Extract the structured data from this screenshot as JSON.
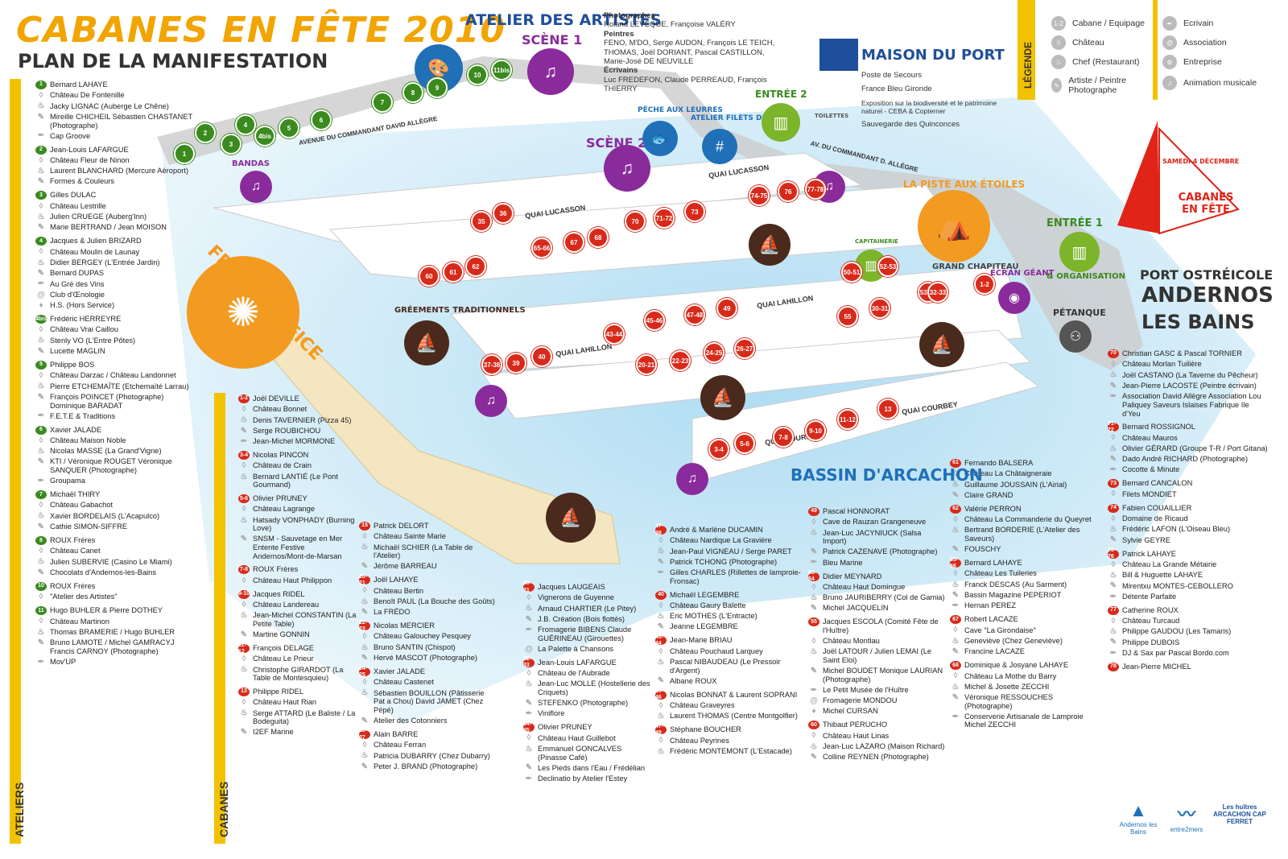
{
  "header": {
    "title": "CABANES EN FÊTE 2010",
    "subtitle": "PLAN DE LA MANIFESTATION"
  },
  "colors": {
    "orange": "#f39a20",
    "water": "#bfe3f5",
    "green": "#3a8a1e",
    "red": "#d82a1a",
    "purple": "#8a2b9b",
    "brown": "#4a2a1c",
    "yellow": "#f2c200",
    "blue": "#2070b8"
  },
  "side_labels": {
    "ateliers": "ATELIERS",
    "cabanes": "CABANES"
  },
  "map_labels": {
    "atelier_artistes": "ATELIER DES ARTISTES",
    "scene1": "SCÈNE 1",
    "scene2": "SCÈNE 2",
    "bandas": "BANDAS",
    "feu": "FEU D'ARTIFICE",
    "maison": "MAISON DU PORT",
    "entree2": "ENTRÉE 2",
    "entree1": "ENTRÉE 1",
    "organisation": "& ORGANISATION",
    "piste": "LA PISTE AUX ÉTOILES",
    "grand_chapiteau": "GRAND CHAPITEAU",
    "capitainerie": "CAPITAINERIE",
    "gréements": "GRÉEMENTS TRADITIONNELS",
    "ecran": "ÉCRAN GÉANT",
    "petanque": "PÉTANQUE",
    "bassin": "BASSIN D'ARCACHON",
    "peche_leurres": "PÊCHE AUX LEURRES",
    "atelier_filets": "ATELIER FILETS DE PÊCHE",
    "toilettes": "TOILETTES",
    "avenue": "AVENUE DU COMMANDANT DAVID ALLÈGRE",
    "av2": "AV. DU COMMANDANT D. ALLÈGRE",
    "quai_lucasson": "QUAI LUCASSON",
    "quai_lahillon": "QUAI LAHILLON",
    "quai_courbey": "QUAI COURBEY",
    "port": "PORT OSTRÉICOLE",
    "andernos": "ANDERNOS",
    "les_bains": "LES BAINS",
    "samedi": "SAMEDI 4 DÉCEMBRE",
    "badge": "CABANES EN FÊTE"
  },
  "atelier_info": {
    "photographes_label": "Photographes",
    "photographes": "Roland LEVÊQUE, Françoise VALÉRY",
    "peintres_label": "Peintres",
    "peintres": "FENO, M'DO, Serge AUDON, François LE TEICH, THOMAS, Joël DORIANT, Pascal CASTILLON, Marie-José DE NEUVILLE",
    "ecrivains_label": "Écrivains",
    "ecrivains": "Luc FREDEFON, Claude PERREAUD, François THIERRY"
  },
  "maison_info": [
    "Poste de Secours",
    "France Bleu Gironde",
    "Exposition sur la biodiversité et le patrimoine naturel - CEBA & Copterner",
    "Sauvegarde des Quinconces"
  ],
  "legend": {
    "title": "LÉGENDE",
    "items": [
      "Cabane / Equipage",
      "Château",
      "Chef (Restaurant)",
      "Artiste / Peintre Photographe",
      "Ecrivain",
      "Association",
      "Entreprise",
      "Animation musicale"
    ]
  },
  "ateliers": [
    {
      "n": "1",
      "items": [
        "Bernard LAHAYE",
        "Château De Fontenille",
        "Jacky LIGNAC (Auberge Le Chêne)",
        "Mireille CHICHEIL Sébastien CHASTANET (Photographe)",
        "Cap Groove"
      ]
    },
    {
      "n": "2",
      "items": [
        "Jean-Louis LAFARGUE",
        "Château Fleur de Ninon",
        "Laurent BLANCHARD (Mercure Aéroport)",
        "Formes & Couleurs"
      ]
    },
    {
      "n": "3",
      "items": [
        "Gilles DULAC",
        "Château Lestrille",
        "Julien CRUEGE (Auberg'Inn)",
        "Marie BERTRAND / Jean MOISON"
      ]
    },
    {
      "n": "4",
      "items": [
        "Jacques & Julien BRIZARD",
        "Château Moulin de Launay",
        "Didier BERGEY (L'Entrée Jardin)",
        "Bernard DUPAS",
        "Au Gré des Vins",
        "Club d'Œnologie",
        "H.S. (Hors Service)"
      ]
    },
    {
      "n": "4bis",
      "items": [
        "Frédéric HERREYRE",
        "Château Vrai Caillou",
        "Stenly VO (L'Entre Pôtes)",
        "Lucette MAGLIN"
      ]
    },
    {
      "n": "5",
      "items": [
        "Philippe BOS",
        "Château Darzac / Château Landonnet",
        "Pierre ETCHEMAÏTE (Etchemaïté Larrau)",
        "François POINCET (Photographe) Dominique BARADAT",
        "F.E.T.E & Traditions"
      ]
    },
    {
      "n": "6",
      "items": [
        "Xavier JALADE",
        "Château Maison Noble",
        "Nicolas MASSE (La Grand'Vigne)",
        "KTI / Véronique ROUGET Véronique SANQUER (Photographe)",
        "Groupama"
      ]
    },
    {
      "n": "7",
      "items": [
        "Michaël THIRY",
        "Château Gabachot",
        "Xavier BORDELAIS (L'Acapulco)",
        "Cathie SIMON-SIFFRE"
      ]
    },
    {
      "n": "8",
      "items": [
        "ROUX Frères",
        "Château Canet",
        "Julien SUBERVIE (Casino Le Miami)",
        "Chocolats d'Andernos-les-Bains"
      ]
    },
    {
      "n": "10",
      "items": [
        "ROUX Frères",
        "\"Atelier des Artistes\""
      ]
    },
    {
      "n": "11",
      "items": [
        "Hugo BUHLER & Pierre DOTHEY",
        "Château Martinon",
        "Thomas BRAMERIE / Hugo BUHLER",
        "Bruno LAMOTE / Michel GAMRACYJ Francis CARNOY (Photographe)",
        "Mov'UP"
      ]
    }
  ],
  "cab1": [
    {
      "n": "1-2",
      "items": [
        "Joël DEVILLE",
        "Château Bonnet",
        "Denis TAVERNIER (Pizza 45)",
        "Serge ROUBICHOU",
        "Jean-Michel MORMONE"
      ]
    },
    {
      "n": "3-4",
      "items": [
        "Nicolas PINCON",
        "Château de Crain",
        "Bernard LANTIÉ (Le Pont Gourmand)"
      ]
    },
    {
      "n": "5-6",
      "items": [
        "Olivier PRUNEY",
        "Château Lagrange",
        "Hatsady VONPHADY (Burning Love)",
        "SNSM - Sauvetage en Mer Entente Festive Andernos/Mont-de-Marsan"
      ]
    },
    {
      "n": "7-8",
      "items": [
        "ROUX Frères",
        "Château Haut Philippon"
      ]
    },
    {
      "n": "9-10",
      "items": [
        "Jacques RIDEL",
        "Château Landereau",
        "Jean-Michel CONSTANTIN (La Petite Table)",
        "Martine GONNIN"
      ]
    },
    {
      "n": "11-12",
      "items": [
        "François DELAGE",
        "Château Le Prieur",
        "Christophe GIRARDOT (La Table de Montesquieu)"
      ]
    },
    {
      "n": "13",
      "items": [
        "Philippe RIDEL",
        "Château Haut Rian",
        "Serge ATTARD (Le Baliste / La Bodeguita)",
        "I2EF Marine"
      ]
    }
  ],
  "cab2": [
    {
      "n": "15",
      "items": [
        "Patrick DELORT",
        "Château Sainte Marie",
        "Michaël SCHIER (La Table de l'Atelier)",
        "Jérôme BARREAU"
      ]
    },
    {
      "n": "20-21",
      "items": [
        "Joël LAHAYE",
        "Château Bertin",
        "Benoît PAUL (La Bouche des Goûts)",
        "La FRÉDO"
      ]
    },
    {
      "n": "22-23",
      "items": [
        "Nicolas MERCIER",
        "Château Galouchey Pesquey",
        "Bruno SANTIN (Chispot)",
        "Hervé MASCOT (Photographe)"
      ]
    },
    {
      "n": "24-25",
      "items": [
        "Xavier JALADE",
        "Château Castenet",
        "Sébastien BOUILLON (Pâtisserie Pat a Chou) David JAMET (Chez Pépé)",
        "Atelier des Cotonniers"
      ]
    },
    {
      "n": "26-27",
      "items": [
        "Alain BARRE",
        "Château Ferran",
        "Patricia DUBARRY (Chez Dubarry)",
        "Peter J. BRAND (Photographe)"
      ]
    }
  ],
  "cab3": [
    {
      "n": "30-31",
      "items": [
        "Jacques LAUGEAIS",
        "Vignerons de Guyenne",
        "Arnaud CHARTIER (Le Pitey)",
        "J.B. Création (Bois flottés)",
        "Fromagerie BIBENS Claude GUÉRINEAU (Girouettes)",
        "La Palette à Chansons"
      ]
    },
    {
      "n": "32-33",
      "items": [
        "Jean-Louis LAFARGUE",
        "Château de l'Aubrade",
        "Jean-Luc MOLLE (Hostellerie des Criquets)",
        "STEFENKO (Photographe)",
        "Viniflore"
      ]
    },
    {
      "n": "34-35",
      "items": [
        "Olivier PRUNEY",
        "Château Haut Guillebot",
        "Emmanuel GONCALVES (Pinasse Café)",
        "Les Pieds dans l'Eau / Frédélian",
        "Declinatio by Atelier l'Estey"
      ]
    }
  ],
  "cab4": [
    {
      "n": "37-38",
      "items": [
        "André & Marlène DUCAMIN",
        "Château Nardique La Gravière",
        "Jean-Paul VIGNEAU / Serge PARET",
        "Patrick TCHONG (Photographe)",
        "Gilles CHARLES (Rillettes de lamproie-Fronsac)"
      ]
    },
    {
      "n": "40",
      "items": [
        "Michaël LEGEMBRE",
        "Château Gaury Balette",
        "Eric MOTHES (L'Entracte)",
        "Jeanne LEGEMBRE"
      ]
    },
    {
      "n": "43-44",
      "items": [
        "Jean-Marie BRIAU",
        "Château Pouchaud Larquey",
        "Pascal NIBAUDEAU (Le Pressoir d'Argent)",
        "Albane ROUX"
      ]
    },
    {
      "n": "45-46",
      "items": [
        "Nicolas BONNAT & Laurent SOPRANI",
        "Château Graveyres",
        "Laurent THOMAS (Centre Montgolfier)"
      ]
    },
    {
      "n": "47-48",
      "items": [
        "Stéphane BOUCHER",
        "Château Peyrines",
        "Frédéric MONTEMONT (L'Estacade)"
      ]
    }
  ],
  "cab5": [
    {
      "n": "49",
      "items": [
        "Pascal HONNORAT",
        "Cave de Rauzan Grangeneuve",
        "Jean-Luc JACYNIUCK (Salsa Import)",
        "Patrick CAZENAVE (Photographe)",
        "Bleu Marine"
      ]
    },
    {
      "n": "53-54",
      "items": [
        "Didier MEYNARD",
        "Château Haut Domingue",
        "Bruno JAURIBERRY (Col de Gamia)",
        "Michel JACQUELIN"
      ]
    },
    {
      "n": "55",
      "items": [
        "Jacques ESCOLA (Comité Fête de l'Huître)",
        "Château Montlau",
        "Joël LATOUR / Julien LEMAI (Le Saint Eloi)",
        "Michel BOUDET Monique LAURIAN (Photographe)",
        "Le Petit Musée de l'Huître",
        "Fromagerie MONDOU",
        "Michel CURSAN"
      ]
    },
    {
      "n": "60",
      "items": [
        "Thibaut PERUCHO",
        "Château Haut Linas",
        "Jean-Luc LAZARO (Maison Richard)",
        "Colline REYNEN (Photographe)"
      ]
    }
  ],
  "cab6": [
    {
      "n": "61",
      "items": [
        "Fernando BALSERA",
        "Château La Châtaigneraie",
        "Guillaume JOUSSAIN (L'Airial)",
        "Claire GRAND"
      ]
    },
    {
      "n": "62",
      "items": [
        "Valérie PERRON",
        "Château La Commanderie du Queyret",
        "Bertrand BORDERIE (L'Atelier des Saveurs)",
        "FOUSCHY"
      ]
    },
    {
      "n": "65-66",
      "items": [
        "Bernard LAHAYE",
        "Château Les Tuileries",
        "Franck DESCAS (Au Sarment)",
        "Bassin Magazine PEPERIOT",
        "Hernan PEREZ"
      ]
    },
    {
      "n": "67",
      "items": [
        "Robert LACAZE",
        "Cave \"La Girondaise\"",
        "Geneviève (Chez Geneviève)",
        "Francine LACAZE"
      ]
    },
    {
      "n": "68",
      "items": [
        "Dominique & Josyane LAHAYE",
        "Château La Mothe du Barry",
        "Michel & Josette ZECCHI",
        "Véronique RESSOUCHES (Photographe)",
        "Conserverie Artisanale de Lamproie Michel ZECCHI"
      ]
    }
  ],
  "cab7": [
    {
      "n": "70",
      "items": [
        "Christian GASC & Pascal TORNIER",
        "Château Morlan Tuilière",
        "Joël CASTANO (La Taverne du Pêcheur)",
        "Jean-Pierre LACOSTE (Peintre écrivain)",
        "Association David Allègre Association Lou Paliquey Saveurs Islaises Fabrique Ile d'Yeu"
      ]
    },
    {
      "n": "71-72",
      "items": [
        "Bernard ROSSIGNOL",
        "Château Mauros",
        "Olivier GÉRARD (Groupe T-R / Port Gitana)",
        "Dado André RICHARD (Photographe)",
        "Cocotte & Minute"
      ]
    },
    {
      "n": "73",
      "items": [
        "Bernard CANCALON",
        "Filets MONDIET"
      ]
    },
    {
      "n": "74",
      "items": [
        "Fabien COUAILLIER",
        "Domaine de Ricaud",
        "Frédéric LAFON (L'Oiseau Bleu)",
        "Sylvie GEYRE"
      ]
    },
    {
      "n": "75-76",
      "items": [
        "Patrick LAHAYE",
        "Château La Grande Métairie",
        "Bill & Huguette LAHAYE",
        "Mirentxu MONTES-CEBOLLERO",
        "Détente Parfaite"
      ]
    },
    {
      "n": "77",
      "items": [
        "Catherine ROUX",
        "Château Turcaud",
        "Philippe GAUDOU (Les Tamaris)",
        "Philippe DUBOIS",
        "DJ & Sax par Pascal Bordo.com"
      ]
    },
    {
      "n": "78",
      "items": [
        "Jean-Pierre MICHEL"
      ]
    }
  ],
  "pins_red": [
    "35",
    "36",
    "60",
    "61",
    "62",
    "65-66",
    "67",
    "68",
    "70",
    "71-72",
    "73",
    "74-75",
    "76",
    "77-78",
    "40",
    "37-38",
    "39",
    "20-21",
    "22-23",
    "24-25",
    "26-27",
    "43-44",
    "45-46",
    "47-48",
    "49",
    "50-51",
    "52-53",
    "53-54",
    "55",
    "30-31",
    "32-33",
    "1-2",
    "3-4",
    "5-6",
    "7-8",
    "9-10",
    "11-12",
    "13"
  ],
  "pins_green": [
    "1",
    "2",
    "3",
    "4",
    "4bis",
    "5",
    "6",
    "7",
    "8",
    "9",
    "10",
    "11bis"
  ],
  "logos": [
    "Andernos les Bains",
    "entre2mers",
    "Les huîtres ARCACHON CAP FERRET"
  ]
}
